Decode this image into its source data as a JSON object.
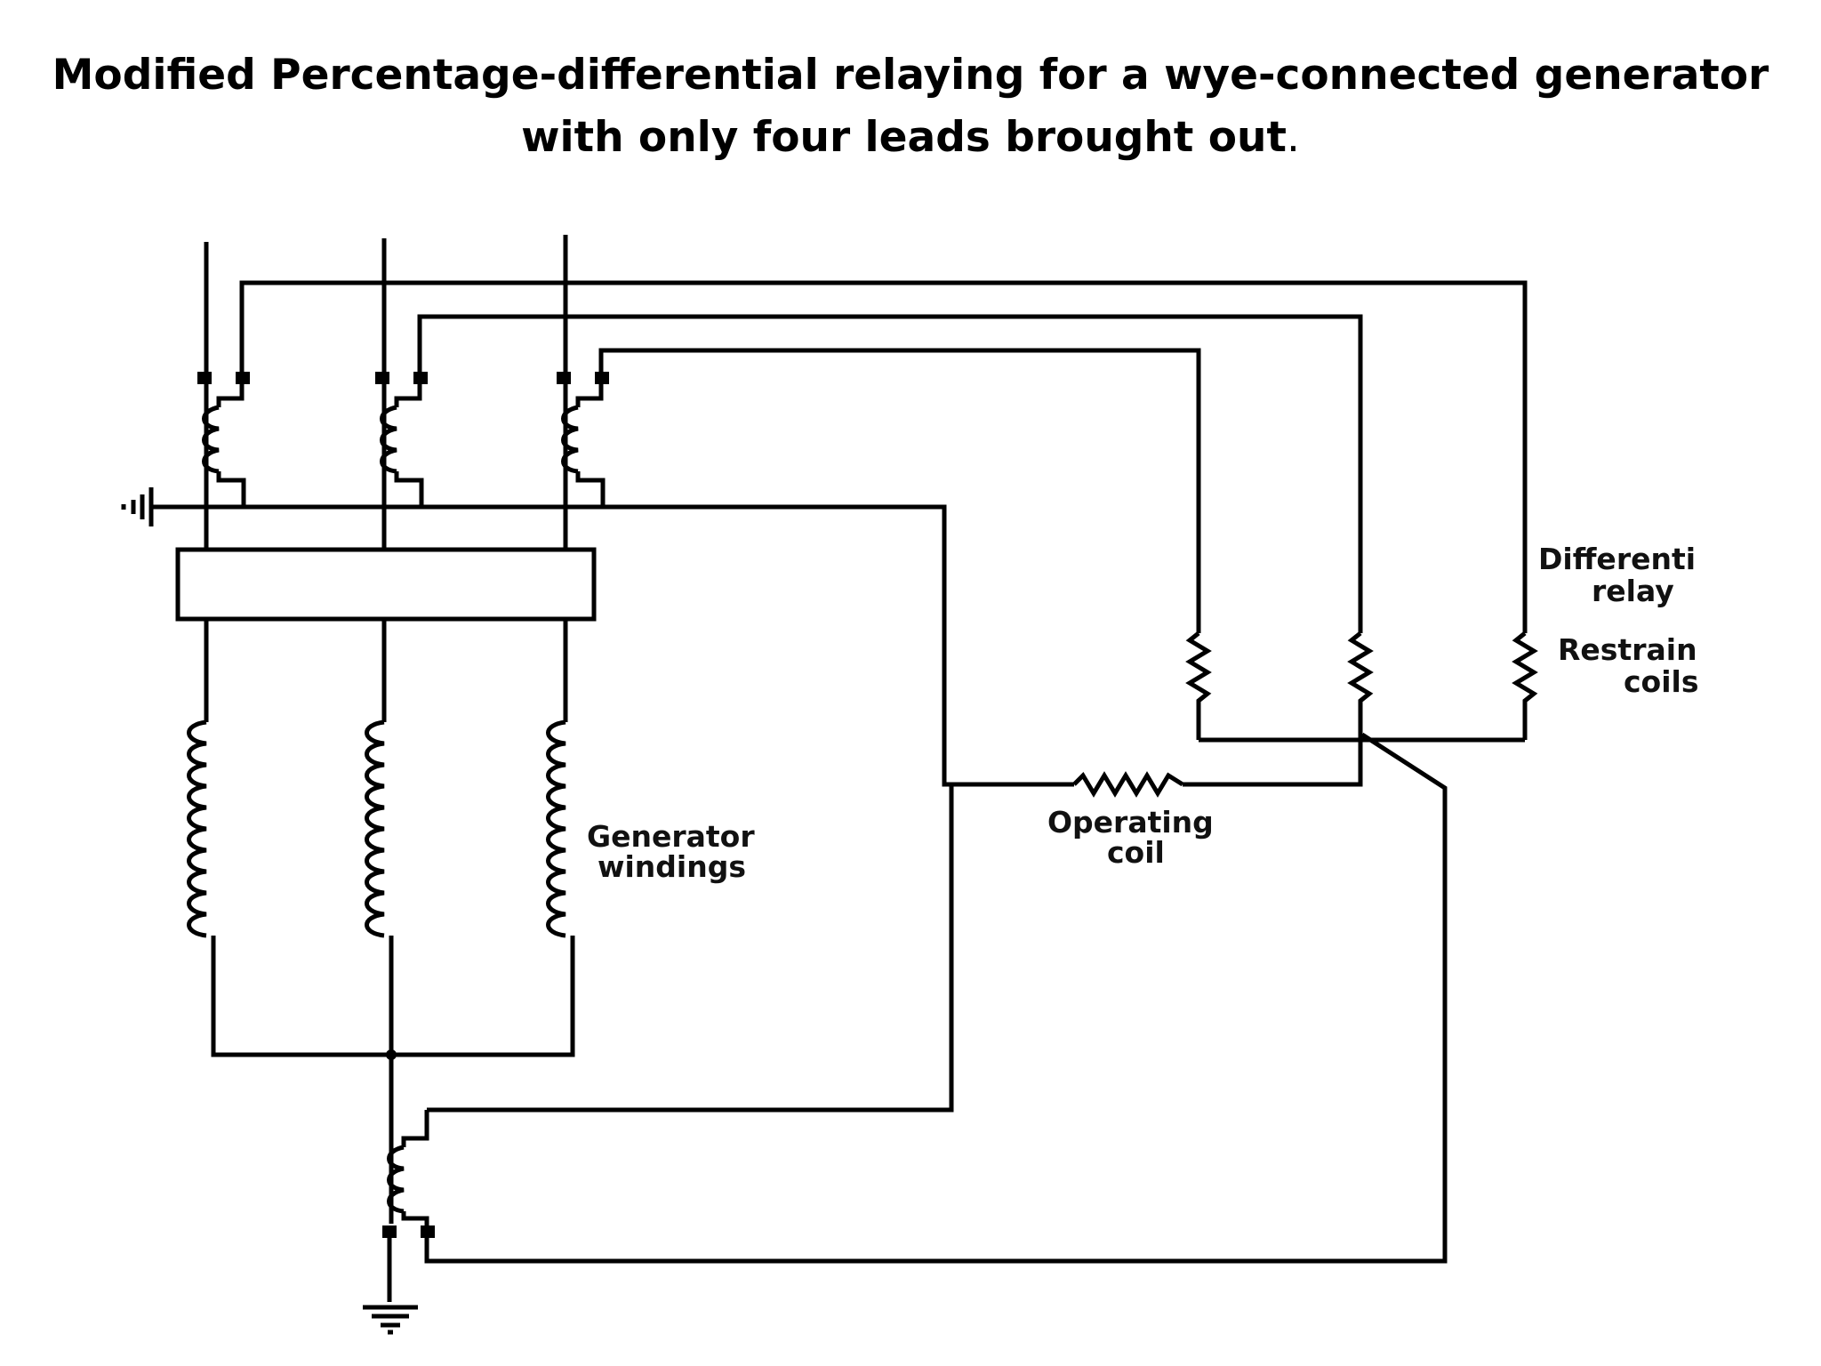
{
  "title": {
    "main": "Modified Percentage-differential relaying for a wye-connected generator with only four leads brought out",
    "period": "."
  },
  "diagram": {
    "labels": {
      "differential_relay": [
        "Differenti",
        "relay"
      ],
      "restraint_coils": [
        "Restrain",
        "coils"
      ],
      "operating_coil": [
        "Operating",
        "coil"
      ],
      "generator_windings": [
        "Generator",
        "windings"
      ]
    },
    "phases": 3,
    "restraint_coil_count": 3
  },
  "colors": {
    "ink": "#000000",
    "background": "#ffffff"
  }
}
